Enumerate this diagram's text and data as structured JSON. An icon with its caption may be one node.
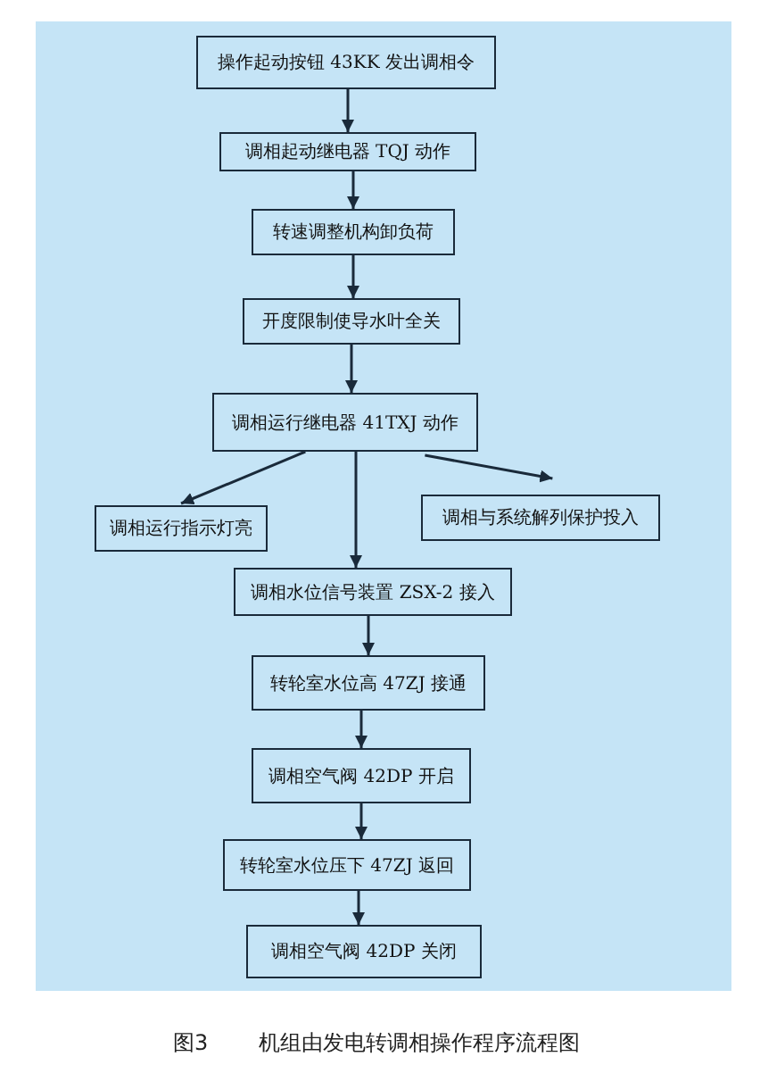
{
  "diagram": {
    "caption": "机组由发电转调相操作程序流程图",
    "nodes": [
      {
        "text": [
          "操作起动按钮 43KK 发出调相令"
        ]
      },
      {
        "text": [
          "调相起动继电器 TQJ 动作"
        ]
      },
      {
        "text": [
          "转速调整机构卸负荷"
        ]
      },
      {
        "text": [
          "开度限制使导水叶全关"
        ]
      },
      {
        "text": [
          "调相运行继电器 41TXJ 动作"
        ]
      },
      {
        "text": [
          "调相运行指示灯亮"
        ]
      },
      {
        "text": [
          "调相与系统解列保护投入"
        ]
      },
      {
        "text": [
          "调相水位信号装置 ZSX-2 接入"
        ]
      },
      {
        "text": [
          "转轮室水位高 47ZJ 接通"
        ]
      },
      {
        "text": [
          "调相空气阀 42DP 开启"
        ]
      },
      {
        "text": [
          "转轮室水位压下 47ZJ 返回"
        ]
      },
      {
        "text": [
          "调相空气阀 42DP 关闭"
        ]
      }
    ],
    "edges": [
      {
        "from": 0,
        "to": 1,
        "arrow": "to"
      },
      {
        "from": 1,
        "to": 2,
        "arrow": "to"
      },
      {
        "from": 2,
        "to": 3,
        "arrow": "to"
      },
      {
        "from": 3,
        "to": 4,
        "arrow": "to"
      },
      {
        "from": 4,
        "to": 5,
        "arrow": "to"
      },
      {
        "from": 4,
        "to": 6,
        "arrow": "to"
      },
      {
        "from": 4,
        "to": 7,
        "arrow": "to"
      },
      {
        "from": 7,
        "to": 8,
        "arrow": "to"
      },
      {
        "from": 8,
        "to": 9,
        "arrow": "to"
      },
      {
        "from": 9,
        "to": 10,
        "arrow": "to"
      },
      {
        "from": 10,
        "to": 11,
        "arrow": "to"
      }
    ],
    "labels": [
      "图3"
    ]
  }
}
